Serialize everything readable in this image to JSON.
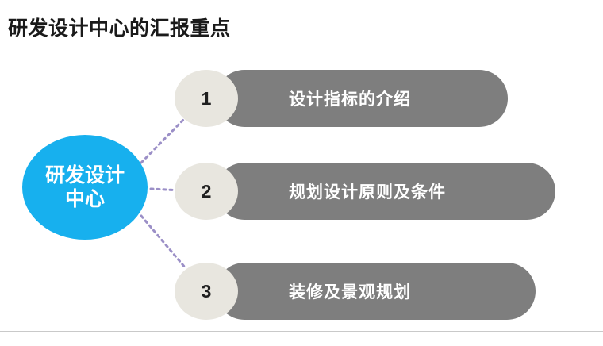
{
  "slide": {
    "title": "研发设计中心的汇报重点",
    "hub": {
      "name": "hub-center",
      "lines": [
        "研发设计",
        "中心"
      ],
      "color": "#17b0ee"
    },
    "bar_color": "#7e7e7e",
    "badge_color": "#e8e6df",
    "items": [
      {
        "number": "1",
        "label": "设计指标的介绍"
      },
      {
        "number": "2",
        "label": "规划设计原则及条件"
      },
      {
        "number": "3",
        "label": "装修及景观规划"
      }
    ]
  }
}
